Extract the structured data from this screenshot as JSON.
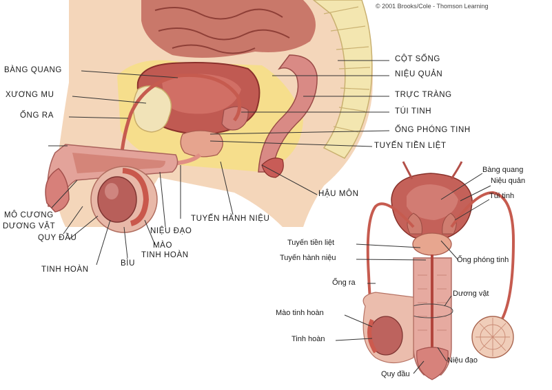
{
  "copyright": "© 2001 Brooks/Cole - Thomson Learning",
  "main_labels": {
    "bang_quang": "BÀNG QUANG",
    "xuong_mu": "XƯƠNG MU",
    "ong_ra": "ỐNG RA",
    "mo_cuong": "MÔ CƯƠNG",
    "duong_vat": "DƯƠNG VẬT",
    "quy_dau": "QUY ĐẦU",
    "tinh_hoan": "TINH HOÀN",
    "biu": "BÌU",
    "mao": "MÀO",
    "tinh_hoan_2": "TINH HOÀN",
    "nieu_dao": "NIỆU ĐẠO",
    "tuyen_hanh_nieu": "TUYẾN HÀNH NIỆU",
    "cot_song": "CỘT SỐNG",
    "nieu_quan": "NIỆU QUẢN",
    "truc_trang": "TRỰC TRÀNG",
    "tui_tinh": "TÚI TINH",
    "ong_phong_tinh": "ỐNG PHÓNG TINH",
    "tuyen_tien_liet": "TUYẾN TIỀN LIỆT",
    "hau_mon": "HẬU MÔN"
  },
  "sub_labels": {
    "bang_quang": "Bàng quang",
    "nieu_quan": "Niệu quản",
    "tui_tinh": "Túi tinh",
    "tuyen_tien_liet": "Tuyến tiền liệt",
    "tuyen_hanh_nieu": "Tuyến hành niệu",
    "ong_phong_tinh": "Ống phóng tinh",
    "ong_ra": "Ống ra",
    "duong_vat": "Dương vật",
    "mao_tinh_hoan": "Mào tinh hoàn",
    "tinh_hoan": "Tinh hoàn",
    "nieu_dao": "Niệu đạo",
    "quy_dau": "Quy đầu"
  }
}
